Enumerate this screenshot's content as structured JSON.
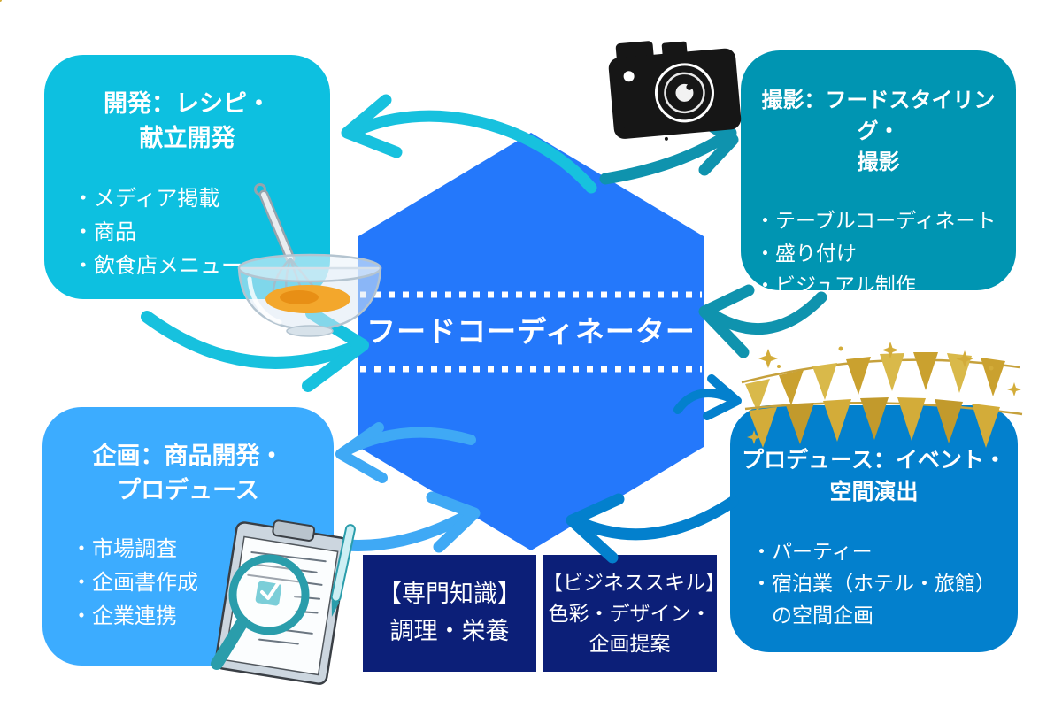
{
  "center": {
    "label": "フードコーディネーター",
    "color": "#2478fb"
  },
  "boxes": {
    "develop": {
      "title_line1": "開発：レシピ・",
      "title_line2": "献立開発",
      "items": [
        "・メディア掲載",
        "・商品",
        "・飲食店メニュー"
      ],
      "color": "#0dc0e0"
    },
    "shooting": {
      "title_line1": "撮影：フードスタイリング・",
      "title_line2": "撮影",
      "items": [
        "・テーブルコーディネート",
        "・盛り付け",
        "・ビジュアル制作"
      ],
      "color": "#0095b2"
    },
    "planning": {
      "title_line1": "企画：商品開発・",
      "title_line2": "プロデュース",
      "items": [
        "・市場調査",
        "・企画書作成",
        "・企業連携"
      ],
      "color": "#3cacff"
    },
    "produce": {
      "title_line1": "プロデュース：イベント・",
      "title_line2": "空間演出",
      "items": [
        "・パーティー",
        "・宿泊業（ホテル・旅館）",
        "　の空間企画"
      ],
      "color": "#0380cd"
    }
  },
  "skills": {
    "knowledge": {
      "line1": "【専門知識】",
      "line2": "調理・栄養"
    },
    "business": {
      "line1": "【ビジネススキル】",
      "line2": "色彩・デザイン・",
      "line3": "企画提案"
    },
    "color": "#0c1f78"
  },
  "icons": {
    "camera": "camera-icon",
    "whisk_bowl": "whisk-bowl-icon",
    "clipboard_search": "clipboard-search-icon",
    "party_garland": "party-garland-icon"
  },
  "colors": {
    "hexagon": "#2478fb",
    "arrow_cyan": "#17c1de",
    "arrow_teal": "#0f93ae",
    "arrow_blue": "#0380cd",
    "arrow_lightblue": "#3fa9f5",
    "garland_gold": "#cfa63d",
    "text": "#ffffff"
  }
}
